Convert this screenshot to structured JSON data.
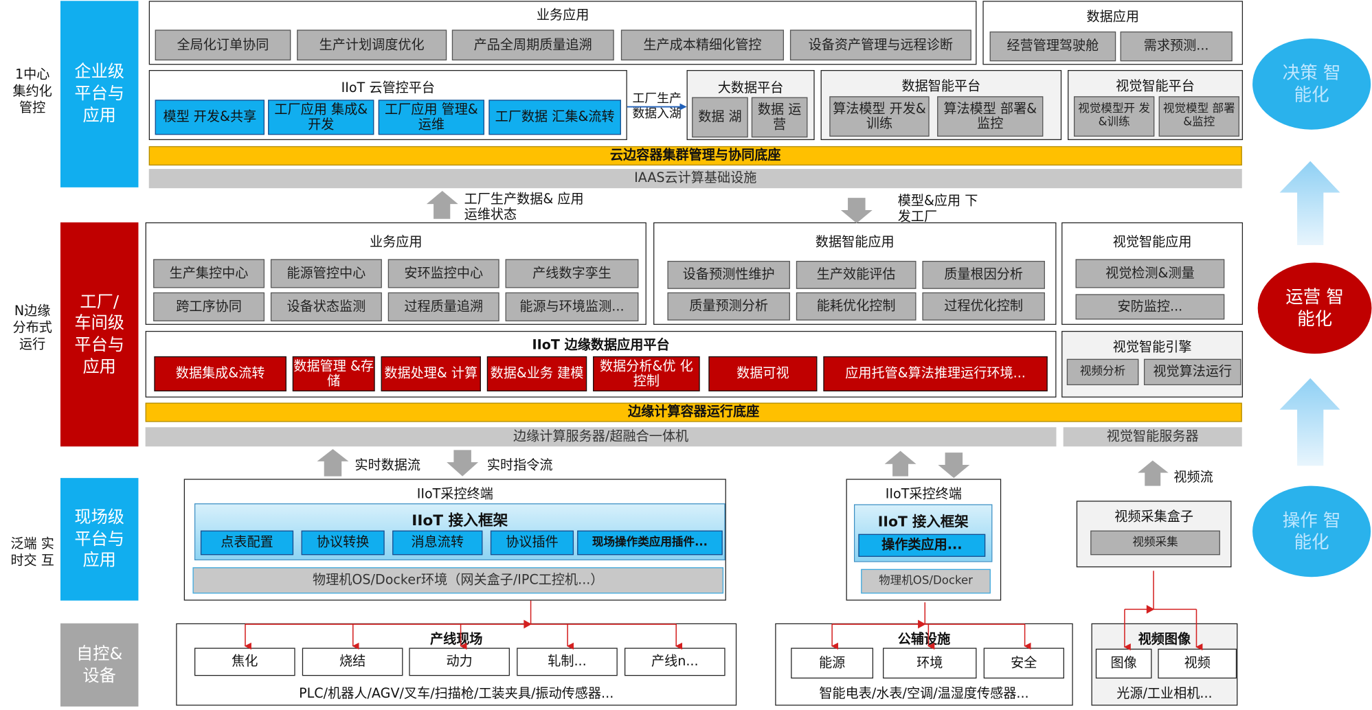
{
  "left_labels": {
    "enterprise": "1中心 集约化 管控",
    "edge": "N边缘 分布式 运行",
    "field": "泛端 实时交 互"
  },
  "tiers": {
    "enterprise": "企业级 平台与 应用",
    "factory": "工厂/ 车间级 平台与 应用",
    "field": "现场级 平台与 应用",
    "device": "自控& 设备"
  },
  "enterprise": {
    "biz_title": "业务应用",
    "biz_items": [
      "全局化订单协同",
      "生产计划调度优化",
      "产品全周期质量追溯",
      "生产成本精细化管控",
      "设备资产管理与远程诊断"
    ],
    "data_title": "数据应用",
    "data_items": [
      "经营管理驾驶舱",
      "需求预测..."
    ],
    "iiot_title": "IIoT 云管控平台",
    "iiot_items": [
      "模型 开发&共享",
      "工厂应用 集成&开发",
      "工厂应用 管理&运维",
      "工厂数据 汇集&流转"
    ],
    "lake_note": "工厂生产 数据入湖",
    "bigdata_title": "大数据平台",
    "bigdata_items": [
      "数据 湖",
      "数据 运营"
    ],
    "dataint_title": "数据智能平台",
    "dataint_items": [
      "算法模型 开发&训练",
      "算法模型 部署&监控"
    ],
    "vision_title": "视觉智能平台",
    "vision_items": [
      "视觉模型开 发&训练",
      "视觉模型 部署&监控"
    ],
    "container_bar": "云边容器集群管理与协同底座",
    "iaas_bar": "IAAS云计算基础设施"
  },
  "arrows_mid": {
    "up_note": "工厂生产数据& 应用运维状态",
    "down_note": "模型&应用 下发工厂"
  },
  "factory": {
    "biz_title": "业务应用",
    "biz_items": [
      "生产集控中心",
      "能源管控中心",
      "安环监控中心",
      "产线数字孪生",
      "跨工序协同",
      "设备状态监测",
      "过程质量追溯",
      "能源与环境监测..."
    ],
    "dataint_title": "数据智能应用",
    "dataint_items": [
      "设备预测性维护",
      "生产效能评估",
      "质量根因分析",
      "质量预测分析",
      "能耗优化控制",
      "过程优化控制"
    ],
    "vision_title": "视觉智能应用",
    "vision_items": [
      "视觉检测&测量",
      "安防监控..."
    ],
    "edge_title": "IIoT 边缘数据应用平台",
    "edge_items": [
      "数据集成&流转",
      "数据管理 &存储",
      "数据处理& 计算",
      "数据&业务 建模",
      "数据分析&优 化控制",
      "数据可视",
      "应用托管&算法推理运行环境..."
    ],
    "vengine_title": "视觉智能引擎",
    "vengine_items": [
      "视频分析",
      "视觉算法运行"
    ],
    "container_bar": "边缘计算容器运行底座",
    "server_bar": "边缘计算服务器/超融合一体机",
    "vserver_bar": "视觉智能服务器"
  },
  "arrows_low": {
    "up_note": "实时数据流",
    "down_note": "实时指令流",
    "video_note": "视频流"
  },
  "field": {
    "term1_title": "IIoT采控终端",
    "framework1_title": "IIoT 接入框架",
    "framework1_items": [
      "点表配置",
      "协议转换",
      "消息流转",
      "协议插件",
      "现场操作类应用插件..."
    ],
    "os1": "物理机OS/Docker环境（网关盒子/IPC工控机...）",
    "term2_title": "IIoT采控终端",
    "framework2_title": "IIoT 接入框架",
    "framework2_item": "操作类应用...",
    "os2": "物理机OS/Docker",
    "vbox_title": "视频采集盒子",
    "vbox_item": "视频采集"
  },
  "device": {
    "line_title": "产线现场",
    "line_items": [
      "焦化",
      "烧结",
      "动力",
      "轧制...",
      "产线n..."
    ],
    "line_note": "PLC/机器人/AGV/叉车/扫描枪/工装夹具/振动传感器...",
    "util_title": "公辅设施",
    "util_items": [
      "能源",
      "环境",
      "安全"
    ],
    "util_note": "智能电表/水表/空调/温湿度传感器...",
    "video_title": "视频图像",
    "video_items": [
      "图像",
      "视频"
    ],
    "video_note": "光源/工业相机..."
  },
  "right": {
    "decision": "决策 智能化",
    "ops": "运营 智能化",
    "operate": "操作 智能化"
  },
  "colors": {
    "tier_blue": "#11aeef",
    "tier_red": "#c00000",
    "tier_gray": "#a6a6a6",
    "yellow": "#ffc000"
  }
}
